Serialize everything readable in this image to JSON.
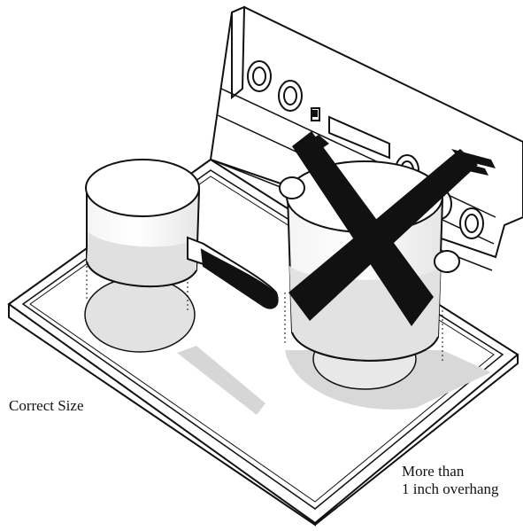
{
  "labels": {
    "correct_size": "Correct Size",
    "overhang_line1": "More than",
    "overhang_line2": "1 inch overhang"
  },
  "colors": {
    "outline": "#111111",
    "shadow": "#cfcfcf",
    "burner": "#e4e4e4",
    "pot_water": "#d8d8d8",
    "x_mark": "#111111"
  },
  "icons": {
    "small_pan": "saucepan-icon",
    "large_pot": "stockpot-icon",
    "wrong_mark": "x-mark-icon"
  }
}
